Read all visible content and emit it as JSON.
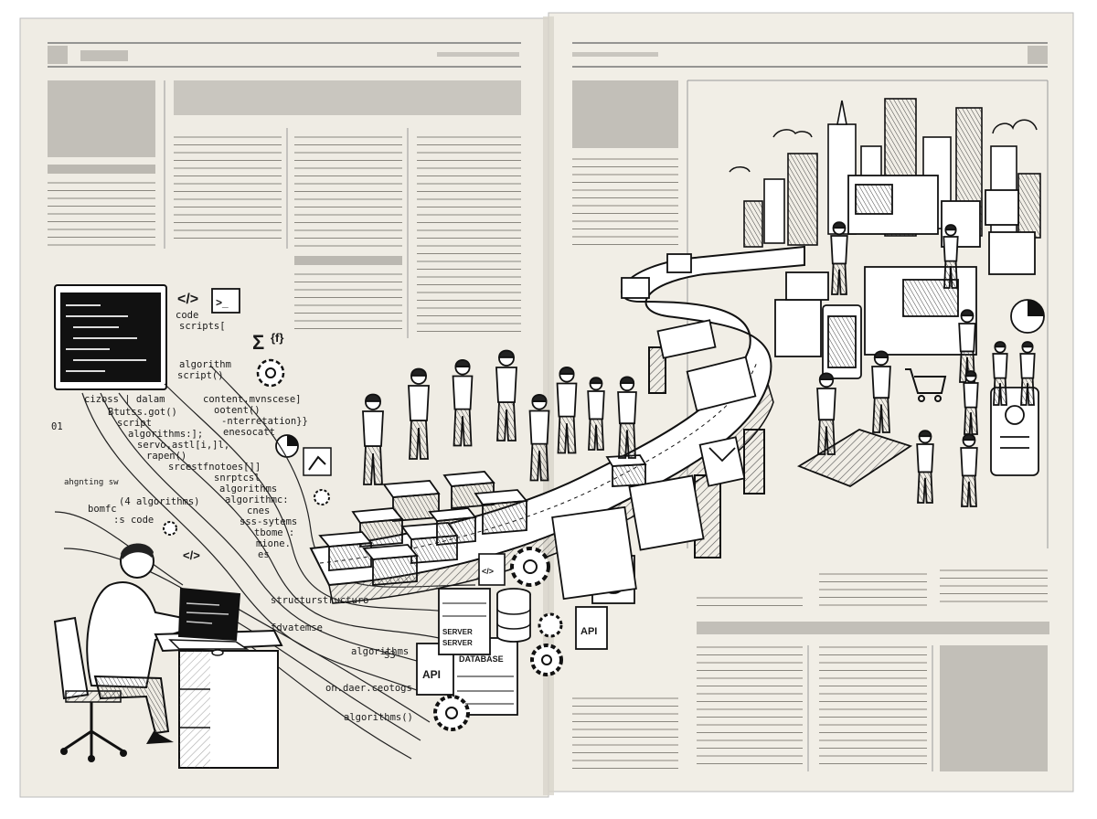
{
  "code_snippets": [
    {
      "text": "code"
    },
    {
      "text": "scripts["
    },
    {
      "text": "algorithm"
    },
    {
      "text": "script()"
    },
    {
      "text": "content.mvnscese]"
    },
    {
      "text": "ootent()"
    },
    {
      "text": "-nterretation}}"
    },
    {
      "text": "enesocatt"
    },
    {
      "text": "cizoss | dalam"
    },
    {
      "text": "Btutss.got()"
    },
    {
      "text": "script"
    },
    {
      "text": "algorithms:];"
    },
    {
      "text": "servo,astl[i,]l,"
    },
    {
      "text": "rapen()"
    },
    {
      "text": "srcestfnotoes[]]"
    },
    {
      "text": "snrptcsl"
    },
    {
      "text": "algorithms"
    },
    {
      "text": "algorithmc:"
    },
    {
      "text": "cnes"
    },
    {
      "text": "sss-sytems"
    },
    {
      "text": "tbome :"
    },
    {
      "text": "mione."
    },
    {
      "text": "es"
    },
    {
      "text": "(4 algorithms)"
    },
    {
      "text": "bomfc"
    },
    {
      "text": ":s code"
    },
    {
      "text": "ahgnting sw"
    },
    {
      "text": "01"
    },
    {
      "text": "structurstructuro"
    },
    {
      "text": "fdvatemse"
    },
    {
      "text": "S3-"
    },
    {
      "text": "algorithms"
    },
    {
      "text": "on.daer.ceotogs"
    },
    {
      "text": "algorithms()"
    }
  ],
  "icon_labels": {
    "api_small": "API",
    "api_big": "API",
    "database": "DATABASE",
    "server": "SERVER",
    "server2": "SERVER",
    "sigma": "Σ",
    "braces": "{f}",
    "tag": "</>",
    "tag2": "</>",
    "tag3": "</>",
    "prompt": ">_"
  },
  "colors": {
    "paper": "#efece4",
    "ink": "#1a1a1a",
    "placeholder": "#c9c6bf",
    "line": "#8a877f",
    "screen": "#111111"
  }
}
